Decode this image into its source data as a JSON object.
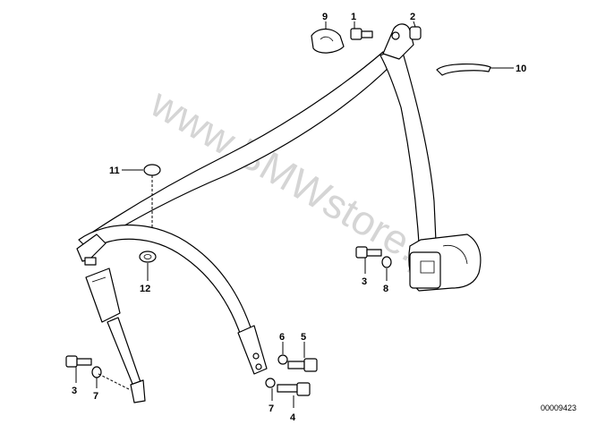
{
  "watermark": "www.BMWstore.pl",
  "reference_number": "00009423",
  "callouts": {
    "c1": "1",
    "c2": "2",
    "c3a": "3",
    "c3b": "3",
    "c4": "4",
    "c5": "5",
    "c6": "6",
    "c7a": "7",
    "c7b": "7",
    "c8": "8",
    "c9": "9",
    "c10": "10",
    "c11": "11",
    "c12": "12"
  }
}
